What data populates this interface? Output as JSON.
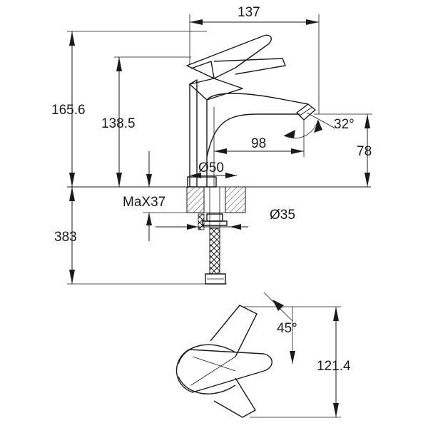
{
  "dimensions": {
    "width_top": "137",
    "height_total": "165.6",
    "height_spout": "138.5",
    "spout_angle": "32°",
    "spout_reach": "98",
    "spout_height": "78",
    "base_diameter": "Ø50",
    "max_thickness": "MaX37",
    "hose_length": "383",
    "hole_diameter": "Ø35",
    "lever_angle": "45°",
    "lever_depth": "121.4"
  },
  "colors": {
    "line": "#1a1a1a",
    "background": "#ffffff"
  }
}
